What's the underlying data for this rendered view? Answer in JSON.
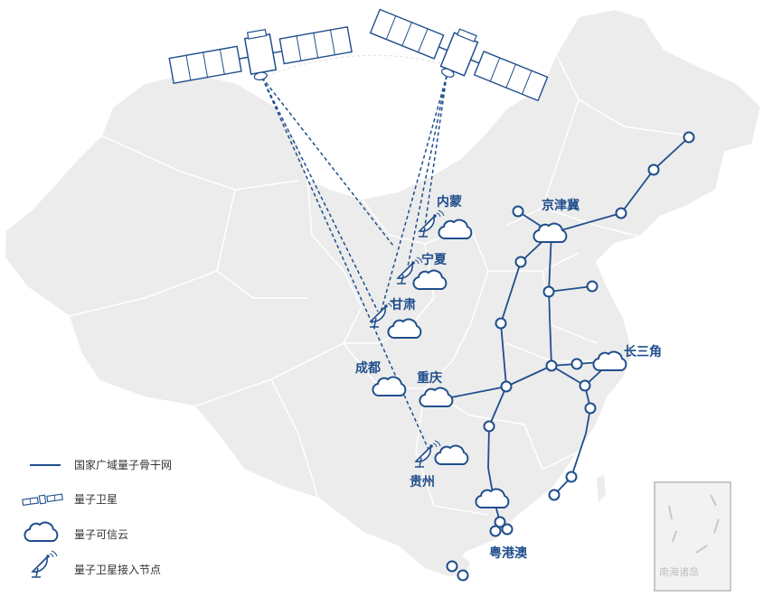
{
  "colors": {
    "land": "#ececec",
    "border": "#ffffff",
    "network": "#1f4e8c",
    "label": "#1f4e8c",
    "satellite_panel": "#ffffff",
    "inset_frame": "#c8c8c8"
  },
  "cities": {
    "neimeng": "内蒙",
    "ningxia": "宁夏",
    "gansu": "甘肃",
    "chengdu": "成都",
    "chongqing": "重庆",
    "guizhou": "贵州",
    "jingjinji": "京津冀",
    "changsanjiao": "长三角",
    "yuegangao": "粤港澳"
  },
  "legend": {
    "backbone": "国家广域量子骨干网",
    "satellite": "量子卫星",
    "cloud": "量子可信云",
    "ground_station": "量子卫星接入节点"
  },
  "inset": {
    "label": "南海诸岛"
  },
  "icons": {
    "satellite": "satellite-icon",
    "cloud": "cloud-icon",
    "ground_station": "satellite-dish-icon",
    "network_node": "node-circle-icon"
  }
}
